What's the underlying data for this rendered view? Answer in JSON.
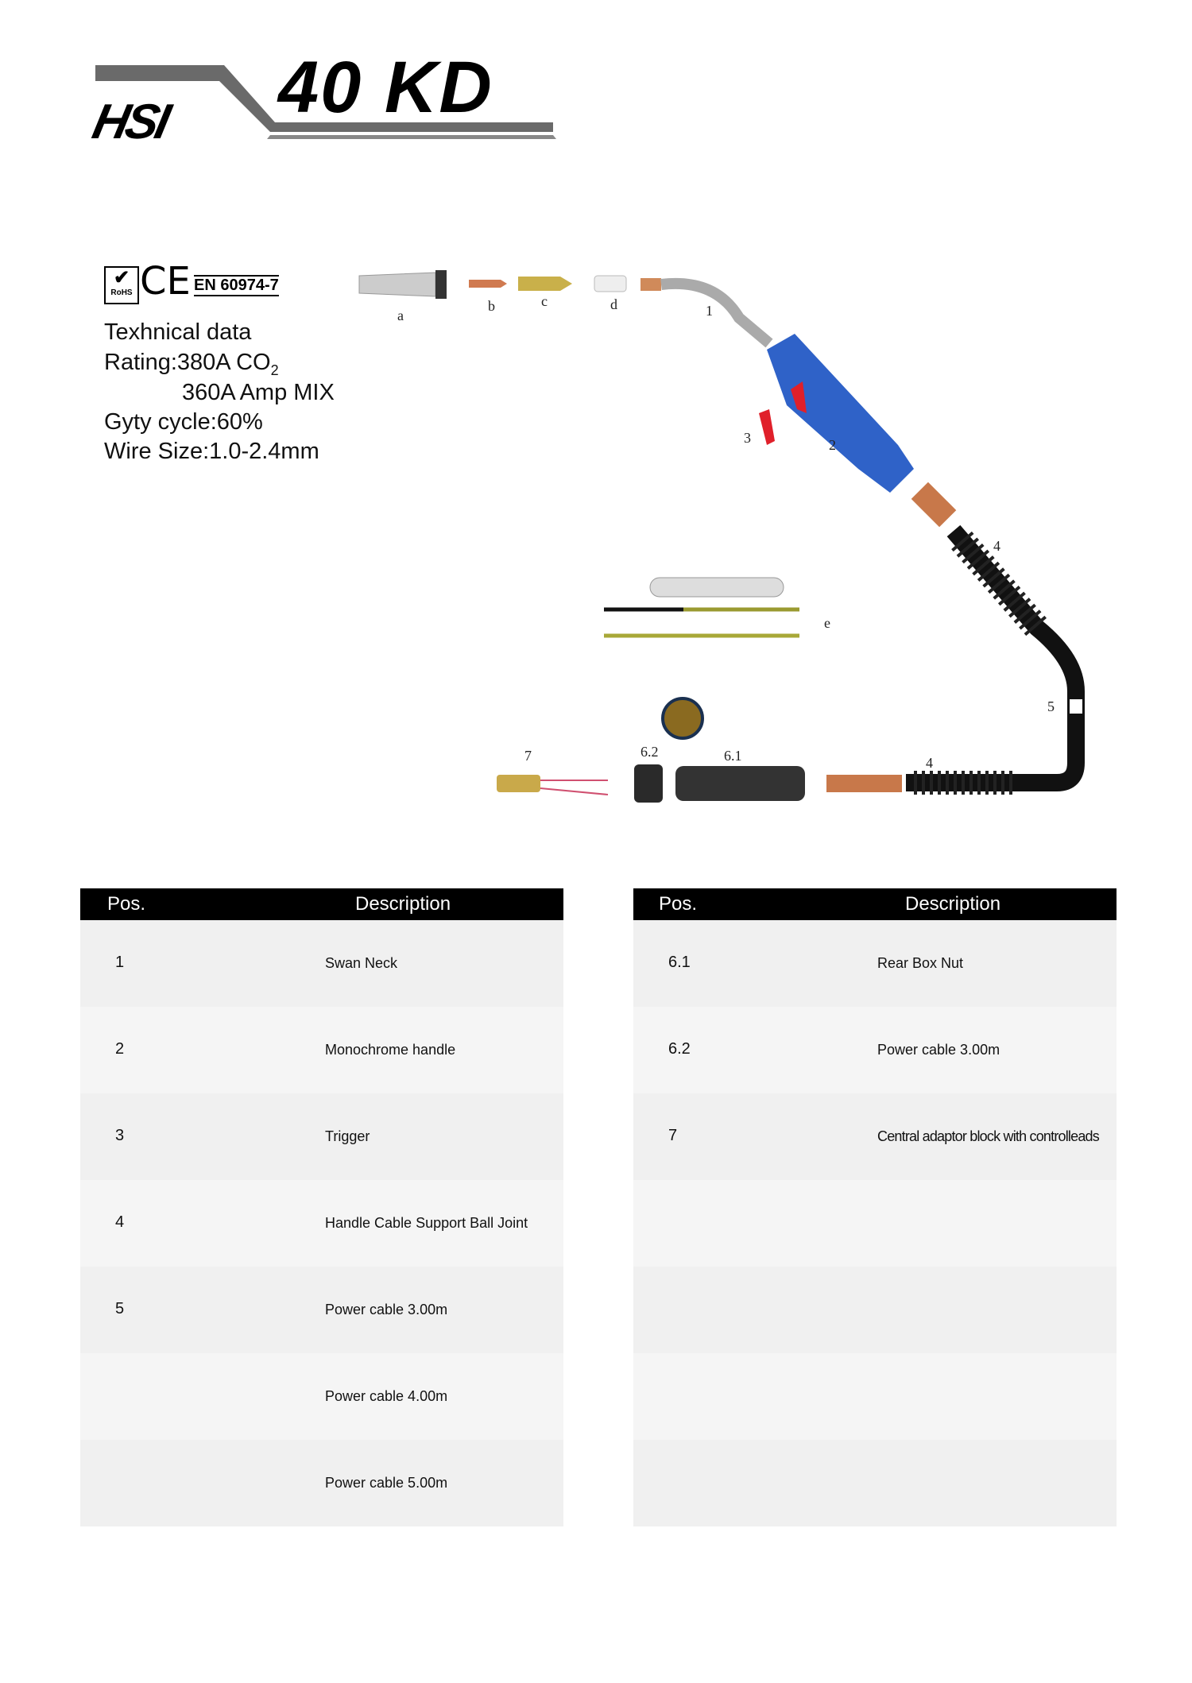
{
  "header": {
    "brand": "HSI",
    "model": "40 KD"
  },
  "certifications": {
    "rohs": "RoHS",
    "ce": "CE",
    "standard": "EN 60974-7"
  },
  "specs": {
    "title": "Texhnical data",
    "rating_co2": "Rating:380A CO",
    "co2_sub": "2",
    "rating_mix": "360A Amp MIX",
    "duty": "Gyty cycle:60%",
    "wire": "Wire Size:1.0-2.4mm"
  },
  "diagram_labels": {
    "a": "a",
    "b": "b",
    "c": "c",
    "d": "d",
    "e": "e",
    "p1": "1",
    "p2": "2",
    "p3": "3",
    "p4a": "4",
    "p4b": "4",
    "p5": "5",
    "p61": "6.1",
    "p62": "6.2",
    "p7": "7"
  },
  "colors": {
    "handle": "#2f62c8",
    "trigger": "#e0202a",
    "cable": "#111111",
    "brass": "#c9a94a",
    "copper": "#c8784a"
  },
  "tables": [
    {
      "pos_header": "Pos.",
      "desc_header": "Description",
      "rows": [
        {
          "pos": "1",
          "desc": "Swan Neck"
        },
        {
          "pos": "2",
          "desc": "Monochrome handle"
        },
        {
          "pos": "3",
          "desc": "Trigger"
        },
        {
          "pos": "4",
          "desc": "Handle Cable Support Ball Joint"
        },
        {
          "pos": "5",
          "desc": "Power cable 3.00m"
        },
        {
          "pos": "",
          "desc": "Power cable 4.00m"
        },
        {
          "pos": "",
          "desc": "Power cable 5.00m"
        }
      ]
    },
    {
      "pos_header": "Pos.",
      "desc_header": "Description",
      "rows": [
        {
          "pos": "6.1",
          "desc": "Rear Box Nut"
        },
        {
          "pos": "6.2",
          "desc": "Power cable 3.00m"
        },
        {
          "pos": "7",
          "desc": "Central adaptor block with controlleads"
        },
        {
          "pos": "",
          "desc": ""
        },
        {
          "pos": "",
          "desc": ""
        },
        {
          "pos": "",
          "desc": ""
        },
        {
          "pos": "",
          "desc": ""
        }
      ]
    }
  ]
}
